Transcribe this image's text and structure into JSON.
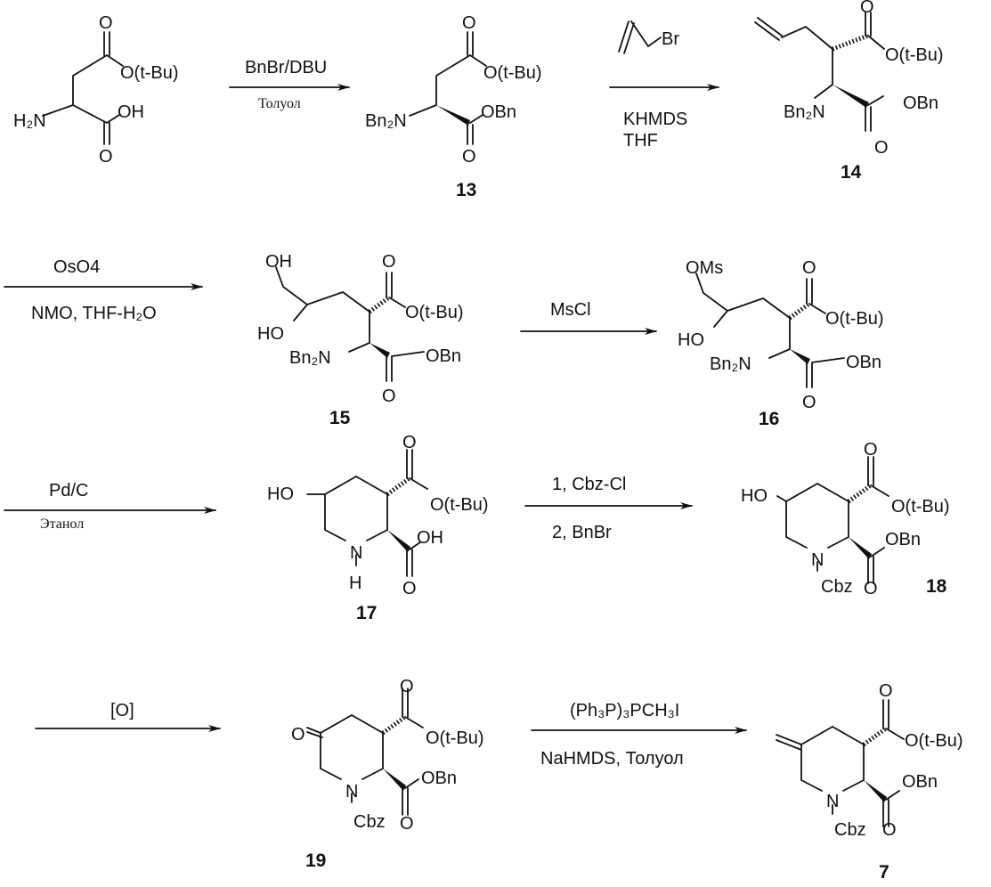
{
  "scheme": {
    "steps": [
      {
        "reagent_top": "BnBr/DBU",
        "reagent_bottom": "Толуол"
      },
      {
        "reagent_top": "Br",
        "reagent_bottom_1": "KHMDS",
        "reagent_bottom_2": "THF"
      },
      {
        "reagent_top": "OsO4",
        "reagent_bottom": "NMO, THF-H₂O"
      },
      {
        "reagent_top": "MsCl"
      },
      {
        "reagent_top": "Pd/C",
        "reagent_bottom": "Этанол"
      },
      {
        "reagent_top": "1,  Cbz-Cl",
        "reagent_bottom": "2, BnBr"
      },
      {
        "reagent_top": "[O]"
      },
      {
        "reagent_top": "(Ph₃P)₃PCH₃I",
        "reagent_bottom": "NaHMDS, Толуол"
      }
    ],
    "atoms": {
      "O": "O",
      "OtBu": "O(t-Bu)",
      "OH": "OH",
      "HO": "HO",
      "H2N": "H₂N",
      "Bn2N": "Bn₂N",
      "OBn": "OBn",
      "OMs": "OMs",
      "N": "N",
      "H": "H",
      "Cbz": "Cbz"
    },
    "compounds": [
      "13",
      "14",
      "15",
      "16",
      "17",
      "18",
      "19",
      "7"
    ]
  }
}
